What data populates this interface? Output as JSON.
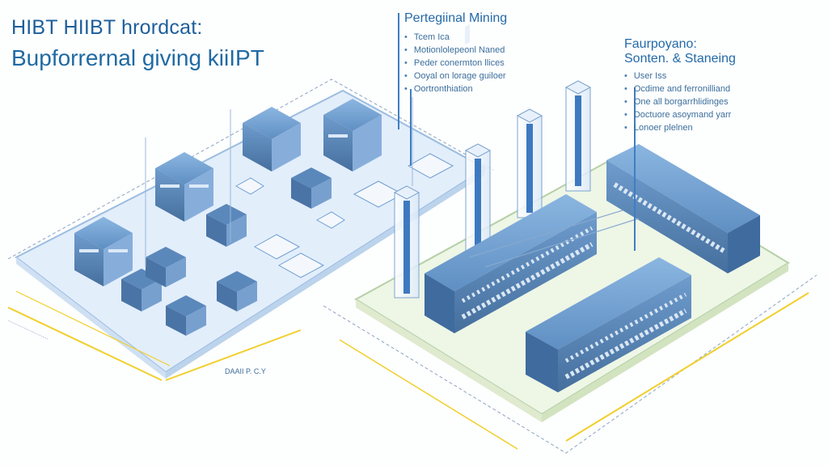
{
  "title": {
    "line1": "HIBT HIIBT hrordcat:",
    "line2": "Bupforrernal giving kiiIPT"
  },
  "callout_center": {
    "heading": "Pertegiinal Mining",
    "items": [
      "Tcem Ica",
      "Motionlolepeonl Naned",
      "Peder conermton llices",
      "Ooyal on lorage guiloer",
      "Oortronthiation"
    ]
  },
  "callout_right": {
    "heading1": "Faurpoyano:",
    "heading2": "Sonten. & Staneing",
    "items": [
      "User Iss",
      "Ocdime and ferronilliand",
      "One all borgarrhlidinges",
      "Doctuore asoymand yarr",
      "Lonoer plelnen"
    ]
  },
  "dimension_labels": {
    "left_bottom": "DAAII P. C.Y",
    "left_edge": "............................"
  },
  "colors": {
    "blue_light": "#dbe9f8",
    "blue_mid": "#6f9fd2",
    "blue_dark": "#2f5f93",
    "accent_yellow": "#f1cf2b",
    "platform_green": "#eef6e6"
  }
}
